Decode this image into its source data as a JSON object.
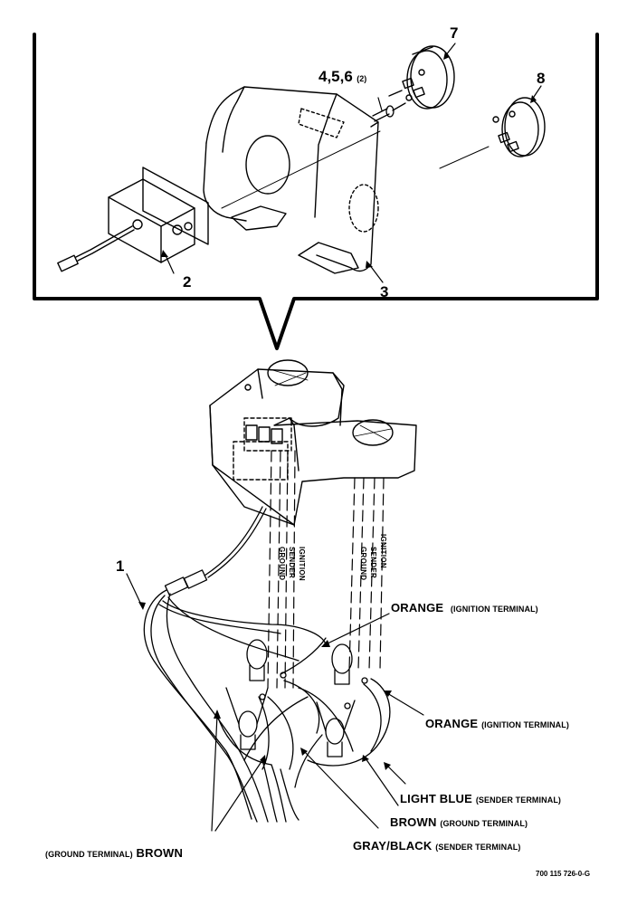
{
  "callouts": {
    "item1": "1",
    "item2": "2",
    "item3": "3",
    "item456_main": "4,5,6",
    "item456_qty": "(2)",
    "item7": "7",
    "item8": "8"
  },
  "wire_tags": {
    "left": [
      "GROUND",
      "SENDER",
      "IGNITION"
    ],
    "right": [
      "GROUND",
      "SENDER",
      "IGNITION"
    ]
  },
  "terminals": {
    "orange_1": {
      "color": "ORANGE",
      "terminal": "(IGNITION TERMINAL)"
    },
    "orange_2": {
      "color": "ORANGE",
      "terminal": "(IGNITION TERMINAL)"
    },
    "light_blue": {
      "color": "LIGHT BLUE",
      "terminal": "(SENDER TERMINAL)"
    },
    "brown_right": {
      "color": "BROWN",
      "terminal": "(GROUND TERMINAL)"
    },
    "gray_black": {
      "color": "GRAY/BLACK",
      "terminal": "(SENDER TERMINAL)"
    },
    "brown_left": {
      "terminal": "(GROUND TERMINAL)",
      "color": "BROWN"
    }
  },
  "figure_number": "700 115 726-0-G"
}
